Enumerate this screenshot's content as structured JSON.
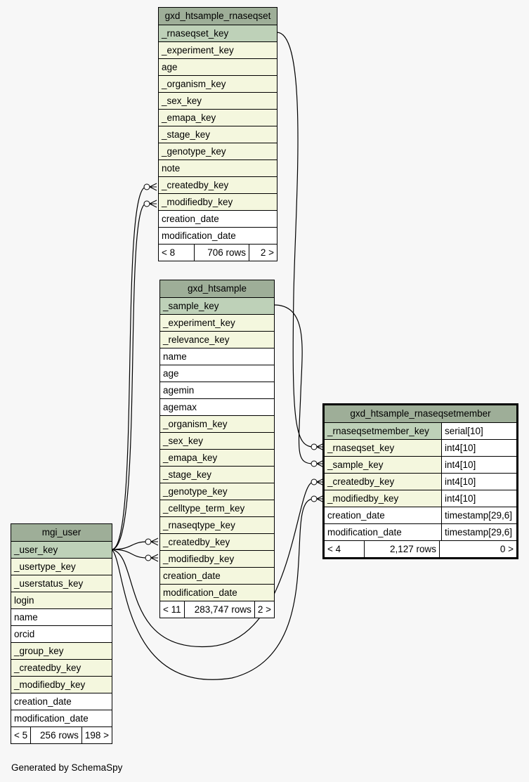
{
  "tables": [
    {
      "id": "t1",
      "name": "gxd_htsample_rnaseqset",
      "columns": [
        {
          "name": "_rnaseqset_key",
          "kind": "pk"
        },
        {
          "name": "_experiment_key",
          "kind": "fk"
        },
        {
          "name": "age",
          "kind": "fk"
        },
        {
          "name": "_organism_key",
          "kind": "fk"
        },
        {
          "name": "_sex_key",
          "kind": "fk"
        },
        {
          "name": "_emapa_key",
          "kind": "fk"
        },
        {
          "name": "_stage_key",
          "kind": "fk"
        },
        {
          "name": "_genotype_key",
          "kind": "fk"
        },
        {
          "name": "note",
          "kind": "fk"
        },
        {
          "name": "_createdby_key",
          "kind": "fk"
        },
        {
          "name": "_modifiedby_key",
          "kind": "fk"
        },
        {
          "name": "creation_date",
          "kind": "col"
        },
        {
          "name": "modification_date",
          "kind": "col"
        }
      ],
      "footer": {
        "parents": "< 8",
        "rows": "706 rows",
        "children": "2 >"
      }
    },
    {
      "id": "t2",
      "name": "gxd_htsample",
      "columns": [
        {
          "name": "_sample_key",
          "kind": "pk"
        },
        {
          "name": "_experiment_key",
          "kind": "fk"
        },
        {
          "name": "_relevance_key",
          "kind": "fk"
        },
        {
          "name": "name",
          "kind": "col"
        },
        {
          "name": "age",
          "kind": "col"
        },
        {
          "name": "agemin",
          "kind": "col"
        },
        {
          "name": "agemax",
          "kind": "col"
        },
        {
          "name": "_organism_key",
          "kind": "fk"
        },
        {
          "name": "_sex_key",
          "kind": "fk"
        },
        {
          "name": "_emapa_key",
          "kind": "fk"
        },
        {
          "name": "_stage_key",
          "kind": "fk"
        },
        {
          "name": "_genotype_key",
          "kind": "fk"
        },
        {
          "name": "_celltype_term_key",
          "kind": "fk"
        },
        {
          "name": "_rnaseqtype_key",
          "kind": "fk"
        },
        {
          "name": "_createdby_key",
          "kind": "fk"
        },
        {
          "name": "_modifiedby_key",
          "kind": "fk"
        },
        {
          "name": "creation_date",
          "kind": "fk"
        },
        {
          "name": "modification_date",
          "kind": "fk"
        }
      ],
      "footer": {
        "parents": "< 11",
        "rows": "283,747 rows",
        "children": "2 >"
      }
    },
    {
      "id": "t3",
      "name": "gxd_htsample_rnaseqsetmember",
      "focus": true,
      "columns": [
        {
          "name": "_rnaseqsetmember_key",
          "kind": "pk",
          "type": "serial[10]"
        },
        {
          "name": "_rnaseqset_key",
          "kind": "fk",
          "type": "int4[10]"
        },
        {
          "name": "_sample_key",
          "kind": "fk",
          "type": "int4[10]"
        },
        {
          "name": "_createdby_key",
          "kind": "fk",
          "type": "int4[10]"
        },
        {
          "name": "_modifiedby_key",
          "kind": "fk",
          "type": "int4[10]"
        },
        {
          "name": "creation_date",
          "kind": "col",
          "type": "timestamp[29,6]"
        },
        {
          "name": "modification_date",
          "kind": "col",
          "type": "timestamp[29,6]"
        }
      ],
      "footer": {
        "parents": "< 4",
        "rows": "2,127 rows",
        "children": "0 >"
      }
    },
    {
      "id": "t4",
      "name": "mgi_user",
      "columns": [
        {
          "name": "_user_key",
          "kind": "pk"
        },
        {
          "name": "_usertype_key",
          "kind": "fk"
        },
        {
          "name": "_userstatus_key",
          "kind": "fk"
        },
        {
          "name": "login",
          "kind": "fk"
        },
        {
          "name": "name",
          "kind": "col"
        },
        {
          "name": "orcid",
          "kind": "col"
        },
        {
          "name": "_group_key",
          "kind": "fk"
        },
        {
          "name": "_createdby_key",
          "kind": "fk"
        },
        {
          "name": "_modifiedby_key",
          "kind": "fk"
        },
        {
          "name": "creation_date",
          "kind": "col"
        },
        {
          "name": "modification_date",
          "kind": "col"
        }
      ],
      "footer": {
        "parents": "< 5",
        "rows": "256 rows",
        "children": "198 >"
      }
    }
  ],
  "footer_text": "Generated by SchemaSpy"
}
